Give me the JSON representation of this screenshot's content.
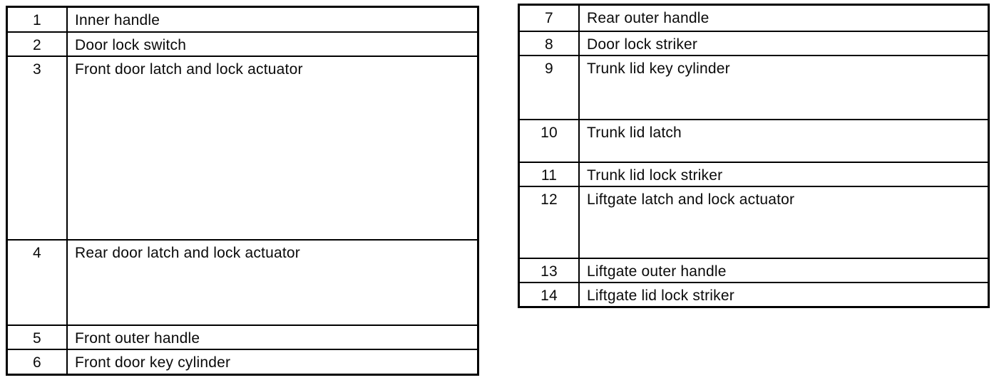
{
  "document": {
    "type": "scanned parts legend tables",
    "colors": {
      "background": "#ffffff",
      "border": "#000000",
      "text": "#0a0a0a"
    },
    "left_table": {
      "rows": [
        {
          "num": "1",
          "label": "Inner handle"
        },
        {
          "num": "2",
          "label": "Door lock switch"
        },
        {
          "num": "3",
          "label": "Front door latch and lock actuator"
        },
        {
          "num": "4",
          "label": "Rear door latch and lock actuator"
        },
        {
          "num": "5",
          "label": "Front outer handle"
        },
        {
          "num": "6",
          "label": "Front door key cylinder"
        }
      ]
    },
    "right_table": {
      "rows": [
        {
          "num": "7",
          "label": "Rear outer handle"
        },
        {
          "num": "8",
          "label": "Door lock striker"
        },
        {
          "num": "9",
          "label": "Trunk lid key cylinder"
        },
        {
          "num": "10",
          "label": "Trunk lid latch"
        },
        {
          "num": "11",
          "label": "Trunk lid lock striker"
        },
        {
          "num": "12",
          "label": "Liftgate latch and lock actuator"
        },
        {
          "num": "13",
          "label": "Liftgate outer handle"
        },
        {
          "num": "14",
          "label": "Liftgate lid lock striker"
        }
      ]
    }
  }
}
